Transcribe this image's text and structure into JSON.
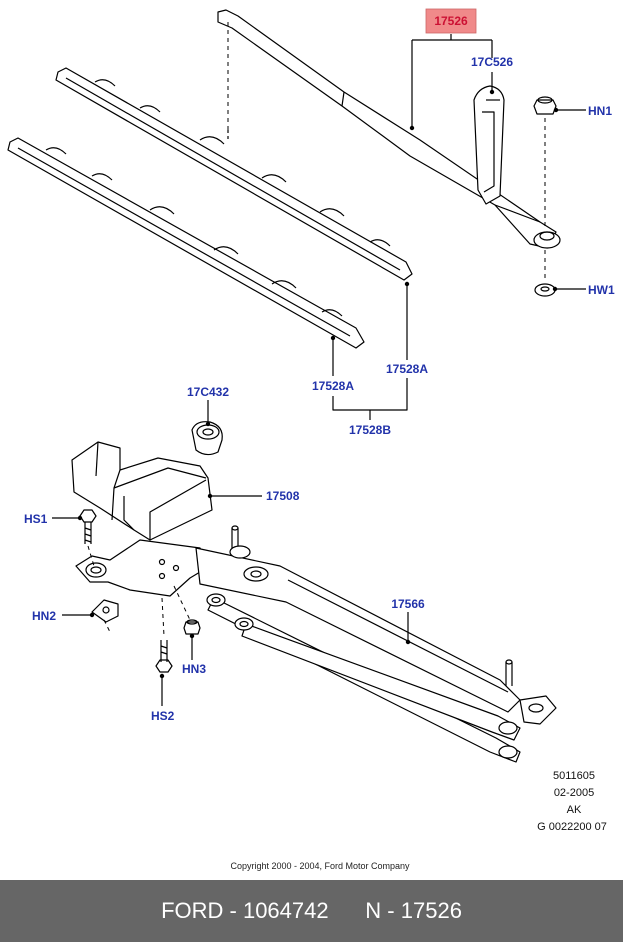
{
  "callouts": {
    "wiper_arm_assembly": "17526",
    "arm_cover": "17C526",
    "nut_hn1": "HN1",
    "washer_hw1": "HW1",
    "blade_a_left": "17528A",
    "blade_a_right": "17528A",
    "blade_set": "17528B",
    "grommet": "17C432",
    "motor": "17508",
    "bolt_hs1": "HS1",
    "nut_hn2": "HN2",
    "nut_hn3": "HN3",
    "bolt_hs2": "HS2",
    "linkage": "17566"
  },
  "drawing_info": {
    "number": "5011605",
    "date": "02-2005",
    "code": "AK",
    "ref": "G 0022200 07"
  },
  "copyright": "Copyright 2000 - 2004, Ford Motor Company",
  "footer": {
    "brand": "FORD",
    "part_number": "1064742",
    "n_label": "N",
    "base_number": "17526"
  },
  "colors": {
    "callout_text": "#2233aa",
    "highlight": "#f08a8a",
    "footer_bg": "#666666"
  }
}
